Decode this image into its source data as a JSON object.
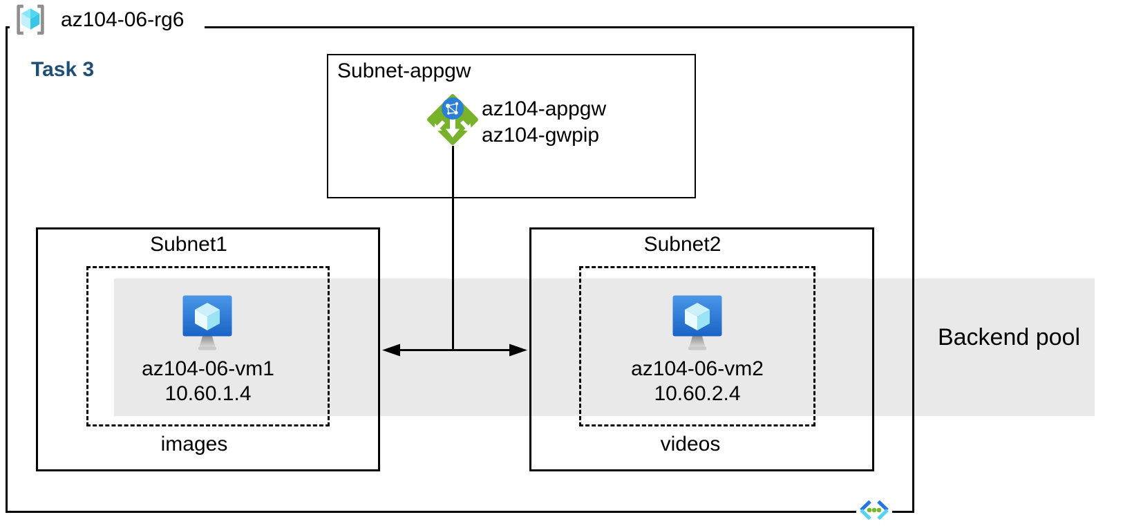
{
  "colors": {
    "band": "#e9e9e9",
    "task_blue": "#1f4e79",
    "appgw_green": "#77b22a",
    "globe_blue": "#2b7fd4",
    "vm_screen_top": "#4a97e8",
    "vm_screen_bottom": "#1a63c6",
    "vnet_blue": "#2677e3",
    "vnet_cyan": "#59d1f7",
    "vnet_dot_green": "#74b92c",
    "line_black": "#000000"
  },
  "resource_group": {
    "icon": "resource-group-icon",
    "name": "az104-06-rg6"
  },
  "task": {
    "label": "Task 3"
  },
  "appgw_subnet": {
    "label": "Subnet-appgw",
    "gateway": {
      "icon": "application-gateway-icon",
      "line1": "az104-appgw",
      "line2": "az104-gwpip"
    }
  },
  "subnet1": {
    "label": "Subnet1",
    "vm": {
      "icon": "virtual-machine-icon",
      "name": "az104-06-vm1",
      "ip": "10.60.1.4"
    },
    "caption": "images"
  },
  "subnet2": {
    "label": "Subnet2",
    "vm": {
      "icon": "virtual-machine-icon",
      "name": "az104-06-vm2",
      "ip": "10.60.2.4"
    },
    "caption": "videos"
  },
  "backend_pool": {
    "label": "Backend pool"
  },
  "virtual_network": {
    "icon": "virtual-network-icon"
  }
}
